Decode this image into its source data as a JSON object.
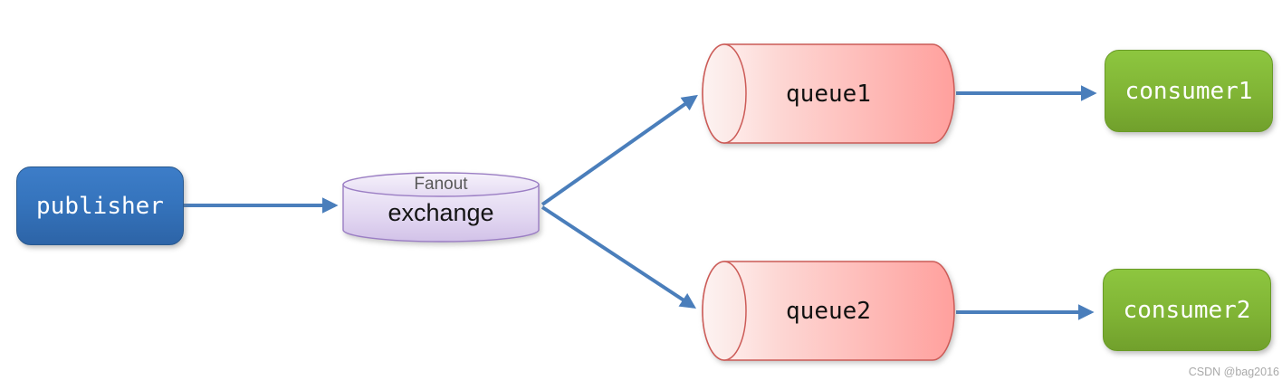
{
  "diagram": {
    "description": "fanout exchange message flow",
    "nodes": {
      "publisher": {
        "label": "publisher"
      },
      "exchange": {
        "label": "exchange",
        "type_label": "Fanout"
      },
      "queue1": {
        "label": "queue1"
      },
      "queue2": {
        "label": "queue2"
      },
      "consumer1": {
        "label": "consumer1"
      },
      "consumer2": {
        "label": "consumer2"
      }
    },
    "edges": [
      {
        "from": "publisher",
        "to": "exchange"
      },
      {
        "from": "exchange",
        "to": "queue1"
      },
      {
        "from": "exchange",
        "to": "queue2"
      },
      {
        "from": "queue1",
        "to": "consumer1"
      },
      {
        "from": "queue2",
        "to": "consumer2"
      }
    ],
    "colors": {
      "arrow": "#4a7ebb",
      "publisher_fill_top": "#3d7dc8",
      "publisher_fill_bottom": "#2d64a7",
      "consumer_fill_top": "#8dc63f",
      "consumer_fill_bottom": "#71a02c",
      "queue_fill_light": "#fef7f6",
      "queue_fill_dark": "#ffa09d",
      "queue_border": "#cc5b57",
      "exchange_fill_top": "#f4f0fa",
      "exchange_fill_bottom": "#d3c4e8",
      "exchange_border": "#9b7ec4",
      "fanout_text": "#595959",
      "watermark_text": "#a9a9a9"
    },
    "watermark": "CSDN @bag2016"
  }
}
